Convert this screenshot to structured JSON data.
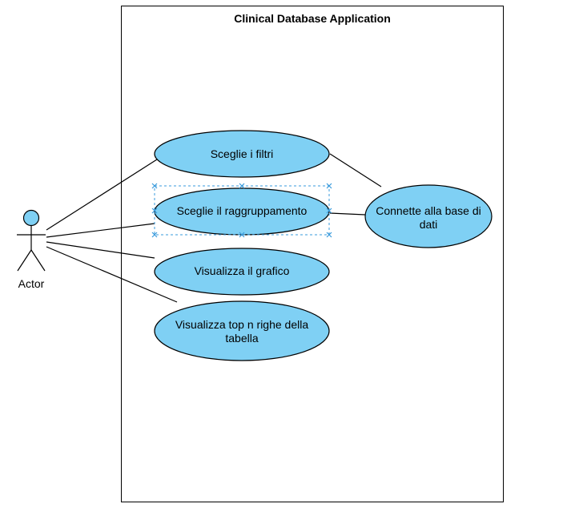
{
  "system": {
    "title": "Clinical Database Application"
  },
  "actor": {
    "label": "Actor"
  },
  "use_cases": {
    "filters": "Sceglie i filtri",
    "grouping": "Sceglie il raggruppamento",
    "chart": "Visualizza il grafico",
    "top_rows_line1": "Visualizza top n righe della",
    "top_rows_line2": "tabella",
    "connect_line1": "Connette alla base di",
    "connect_line2": "dati"
  },
  "colors": {
    "use_case_fill": "#7fd0f4",
    "stroke": "#000000",
    "selection": "#3a9bdc"
  }
}
